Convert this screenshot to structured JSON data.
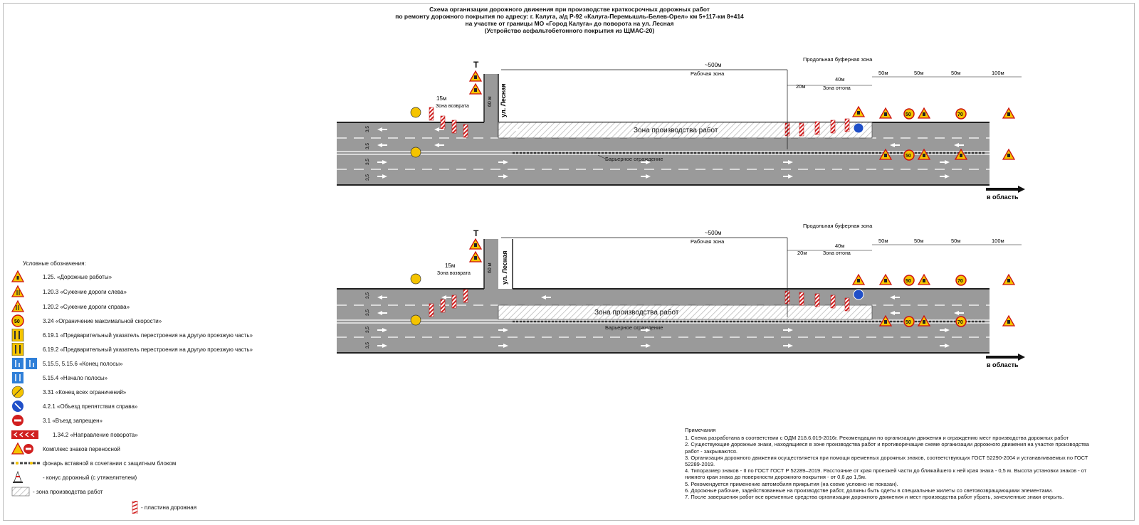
{
  "title": {
    "line1": "Схема организации дорожного движения при производстве краткосрочных дорожных работ",
    "line2": "по ремонту дорожного покрытия по адресу: г. Калуга, а/д Р-92 «Калуга-Перемышль-Белев-Орел» км 5+117-км 8+414",
    "line3": "на участке от границы МО «Город Калуга» до поворота на ул. Лесная",
    "line4": "(Устройство асфальтобетонного покрытия из ЩМАС-20)"
  },
  "scheme": {
    "street": "ул. Лесная",
    "street_width": "60 м",
    "work_zone_label": "Зона производства работ",
    "working_zone": "Рабочая зона",
    "working_zone_length": "~500м",
    "return_zone": "Зона возврата",
    "return_zone_length": "15м",
    "buffer_zone": "Продольная буферная зона",
    "buffer_length": "20м",
    "taper_zone": "Зона отгона",
    "taper_length": "40м",
    "segments": [
      "50м",
      "50м",
      "50м",
      "100м"
    ],
    "barrier": "Барьерное ограждение",
    "direction": "в область",
    "lane_width": "3,5"
  },
  "signs": {
    "s125": "1.25",
    "s1203": "1.20.3",
    "s1202": "1.20.2",
    "s324": "3.24",
    "s331": "3.31",
    "s421": "4.2.1",
    "speed50": "50",
    "speed70": "70"
  },
  "legend": {
    "heading": "Условные обозначения:",
    "items": [
      "1.25. «Дорожные работы»",
      "1.20.3 «Сужение дороги слева»",
      "1.20.2 «Сужение дороги справа»",
      "3.24 «Ограничение максимальной скорости»",
      "6.19.1 «Предварительный указатель перестроения на другую проезжую часть»",
      "6.19.2 «Предварительный указатель перестроения на другую проезжую часть»",
      "5.15.5, 5.15.6 «Конец полосы»",
      "5.15.4 «Начало полосы»",
      "3.31 «Конец всех ограничений»",
      "4.2.1 «Объезд препятствия справа»",
      "3.1 «Въезд запрещен»",
      "1.34.2 «Направление поворота»",
      "Комплекс знаков переносной",
      "фонарь вставной в сочетании с защитным блоком",
      "- конус дорожный (с утяжелителем)",
      "- зона производства работ",
      "- пластина дорожная"
    ]
  },
  "notes": {
    "heading": "Примечания",
    "items": [
      "1. Схема разработана в соответствии с ОДМ 218.6.019-2016г. Рекомендации по организации движения и ограждению мест производства дорожных работ",
      "2. Существующие дорожные знаки, находящиеся в зоне производства работ и противоречащие схеме организации дорожного движения на участке производства работ - закрываются.",
      "3. Организация дорожного движения осуществляется при помощи временных дорожных знаков, соответствующих ГОСТ 52290-2004 и устанавливаемых по ГОСТ 52289-2019.",
      "4. Типоразмер знаков - II по ГОСТ ГОСТ Р 52289–2019. Расстояние от края проезжей части до ближайшего к ней края знака - 0,5 м. Высота установки знаков - от нижнего края знака до поверхности дорожного покрытия - от 0,6 до 1,5м.",
      "5. Рекомендуется применение автомобиля прикрытия (на схеме условно не показан).",
      "6. Дорожные рабочие, задействованные на производстве работ, должны быть одеты в специальные жилеты со световозвращающими элементами.",
      "7. После завершения работ все временные средства организации дорожного движения и мест производства работ убрать, зачехленные знаки открыть."
    ]
  },
  "colors": {
    "asphalt": "#9a9a9a",
    "sign_yellow": "#f5c400",
    "sign_red": "#d11f1f",
    "sign_blue": "#1f4fc8",
    "hatch": "#cfcfcf"
  }
}
